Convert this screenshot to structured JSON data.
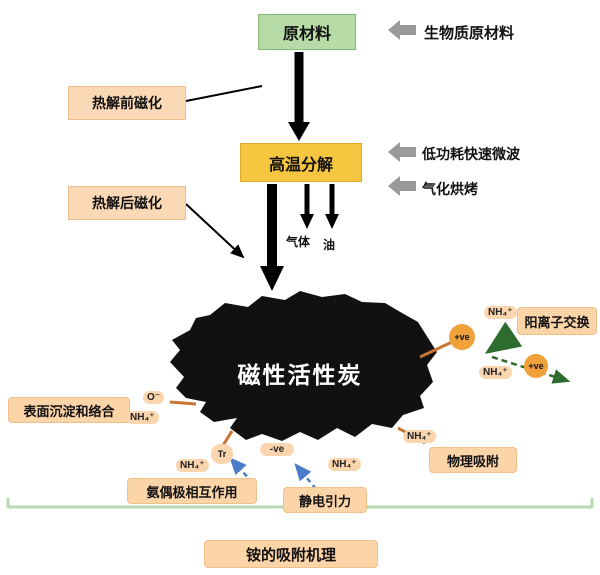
{
  "flow": {
    "raw_material": "原材料",
    "biomass_input": "生物质原材料",
    "pre_magnetization": "热解前磁化",
    "post_magnetization": "热解后磁化",
    "pyrolysis": "高温分解",
    "microwave_input": "低功耗快速微波",
    "baking_input": "气化烘烤",
    "gas_label": "气体",
    "oil_label": "油"
  },
  "core_label": "磁性活性炭",
  "mechanisms": {
    "cation_exchange": "阳离子交换",
    "surface_precipitation": "表面沉淀和络合",
    "ammonia_dipole": "氨偶极相互作用",
    "electrostatic": "静电引力",
    "physical_adsorption": "物理吸附",
    "summary": "铵的吸附机理"
  },
  "ions": {
    "nh4_top_right": "NH₄⁺",
    "nh4_right_mid": "NH₄⁺",
    "nh4_left": "NH₄⁺",
    "nh4_bottom_left": "NH₄⁺",
    "nh4_bottom_mid": "NH₄⁺",
    "nh4_right_bottom": "NH₄⁺",
    "o_site": "O⁻",
    "positive_site_1": "+ve",
    "positive_site_2": "+ve",
    "negative_site": "-ve",
    "pi_site": "Tr"
  },
  "colors": {
    "green_box": "#b6dba6",
    "yellow_box": "#f6c640",
    "peach_box": "#fcd9b6",
    "mechanism_box": "#fbd4a8",
    "gray_arrow": "#9a9a9a",
    "orange_line": "#c87533",
    "blue_dash": "#4a7cc7",
    "green_dash": "#2e6b2e",
    "bracket": "#b7dcb2",
    "blob": "#111111"
  }
}
